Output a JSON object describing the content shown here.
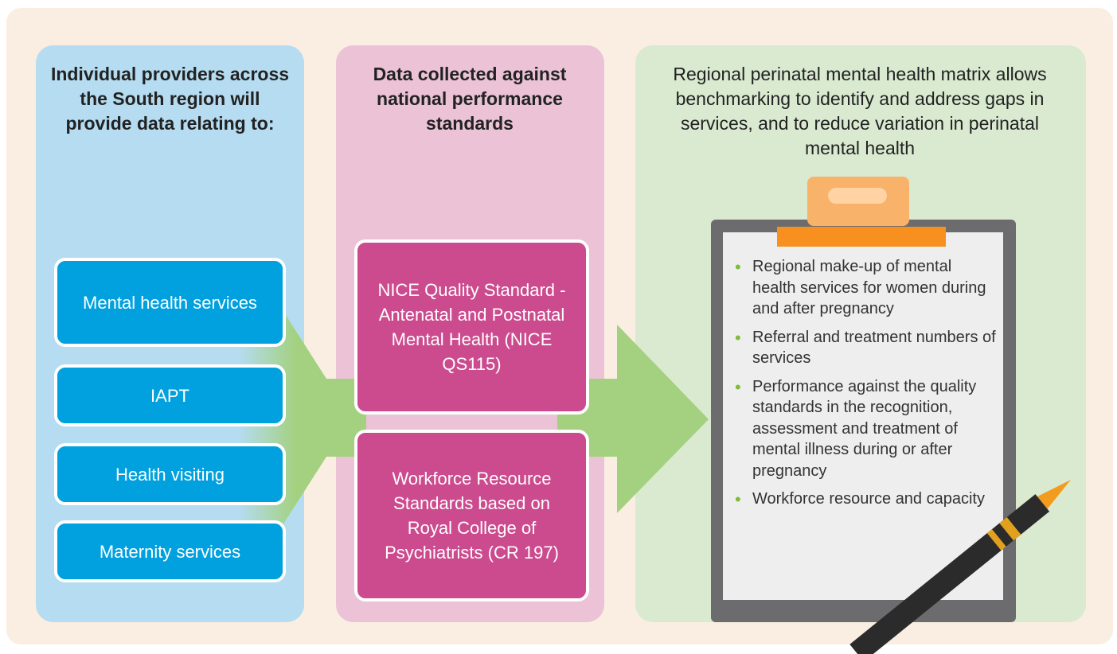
{
  "columns": {
    "providers": {
      "heading": "Individual providers across the South region will provide data relating to:",
      "items": [
        "Mental health services",
        "IAPT",
        "Health visiting",
        "Maternity services"
      ]
    },
    "standards": {
      "heading": "Data collected against national performance standards",
      "items": [
        "NICE Quality Standard - Antenatal and Postnatal Mental Health (NICE QS115)",
        "Workforce Resource Standards based on Royal College of Psychiatrists (CR 197)"
      ]
    },
    "matrix": {
      "heading": "Regional perinatal mental health matrix allows benchmarking to identify and address gaps in services, and to reduce variation in perinatal mental health",
      "bullets": [
        "Regional make-up of mental health services for women during and after pregnancy",
        "Referral and treatment numbers of services",
        "Performance against the quality standards in the recognition, assessment and treatment of mental illness during or after pregnancy",
        "Workforce resource and capacity"
      ]
    }
  },
  "colors": {
    "frame": "#faeee2",
    "col_providers": "#b5dcf1",
    "col_standards": "#ebc2d6",
    "col_matrix": "#d9ead0",
    "provider_box": "#00a1de",
    "standard_box": "#cc4b8e",
    "arrow": "#a3d17f",
    "bullet": "#7dbd3b"
  },
  "icons": [
    "arrow-icon",
    "clipboard-icon",
    "pen-icon"
  ]
}
